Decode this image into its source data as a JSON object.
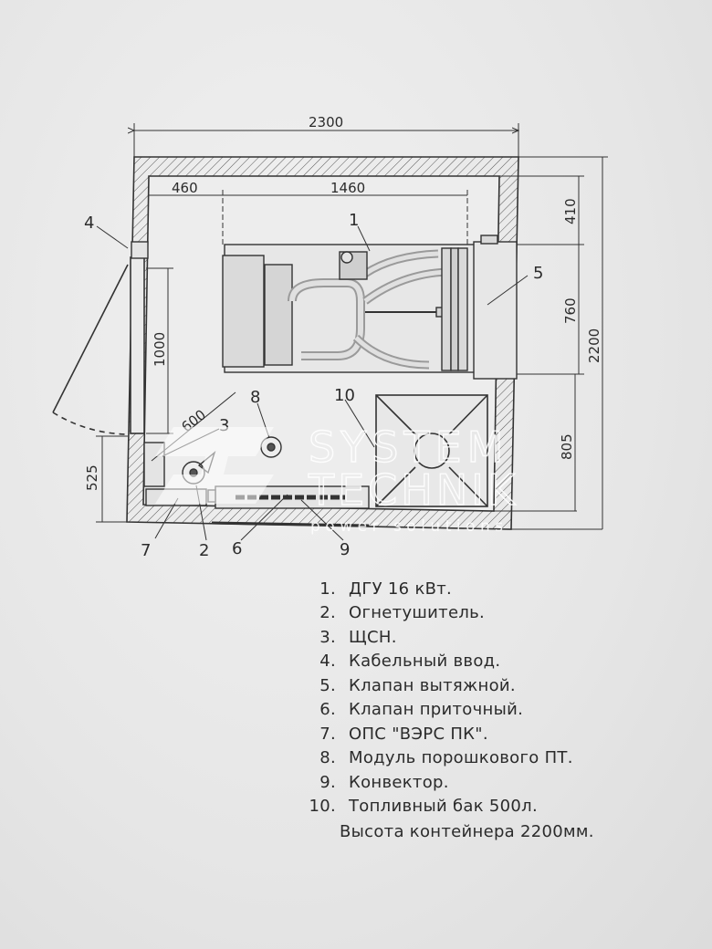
{
  "dimensions": {
    "total_width": "2300",
    "total_height": "2200",
    "left_offset": "460",
    "engine_length": "1460",
    "top_gap": "410",
    "engine_depth": "760",
    "lower_gap": "805",
    "door_height": "1000",
    "door_angle": "600",
    "bottom_left": "525"
  },
  "callouts": [
    "1",
    "2",
    "3",
    "4",
    "5",
    "6",
    "7",
    "8",
    "9",
    "10"
  ],
  "watermark": {
    "line1": "SYSTEM",
    "line2": "TECHNIK",
    "line3": "power solutions"
  },
  "legend": [
    {
      "num": "1.",
      "text": "ДГУ 16 кВт."
    },
    {
      "num": "2.",
      "text": "Огнетушитель."
    },
    {
      "num": "3.",
      "text": "ЩСН."
    },
    {
      "num": "4.",
      "text": "Кабельный ввод."
    },
    {
      "num": "5.",
      "text": "Клапан вытяжной."
    },
    {
      "num": "6.",
      "text": "Клапан приточный."
    },
    {
      "num": "7.",
      "text": "ОПС \"ВЭРС ПК\"."
    },
    {
      "num": "8.",
      "text": "Модуль порошкового ПТ."
    },
    {
      "num": "9.",
      "text": "Конвектор."
    },
    {
      "num": "10.",
      "text": "Топливный бак 500л."
    }
  ],
  "legend_note": "Высота контейнера 2200мм."
}
